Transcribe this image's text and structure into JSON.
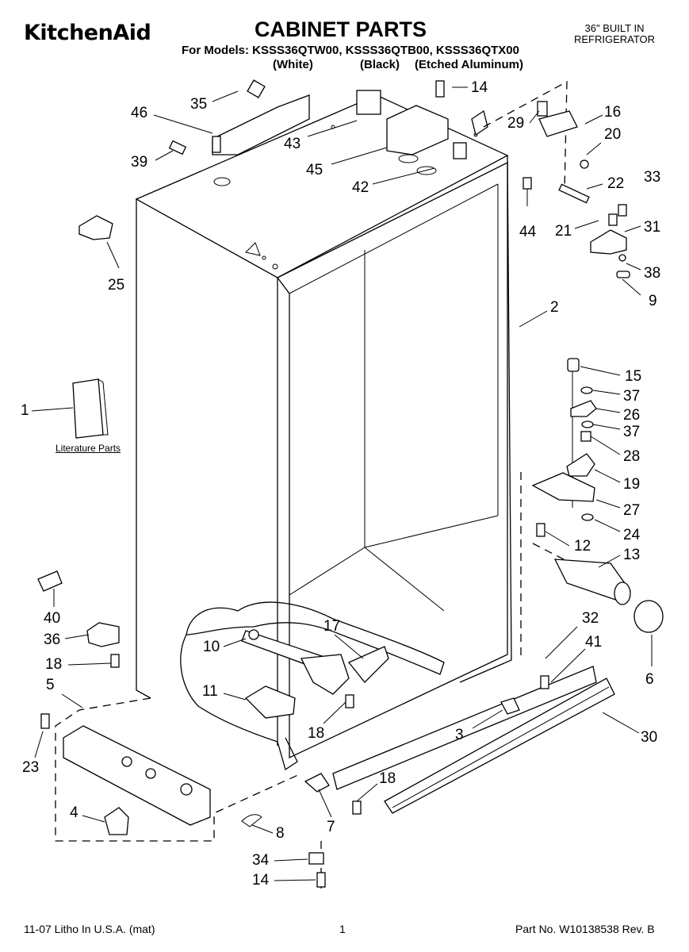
{
  "header": {
    "brand": "KitchenAid",
    "title": "CABINET PARTS",
    "models_line": "For Models: KSSS36QTW00, KSSS36QTB00, KSSS36QTX00",
    "finish_white": "(White)",
    "finish_black": "(Black)",
    "finish_aluminum": "(Etched Aluminum)",
    "product_line1": "36\" BUILT IN",
    "product_line2": "REFRIGERATOR"
  },
  "literature_label": "Literature Parts",
  "footer": {
    "litho": "11-07 Litho In U.S.A. (mat)",
    "page": "1",
    "part_no": "Part No. W10138538 Rev. B"
  },
  "callouts": [
    "46",
    "35",
    "39",
    "43",
    "45",
    "42",
    "14",
    "29",
    "16",
    "20",
    "22",
    "33",
    "44",
    "21",
    "31",
    "38",
    "9",
    "25",
    "2",
    "15",
    "37",
    "26",
    "37",
    "28",
    "19",
    "27",
    "24",
    "12",
    "13",
    "1",
    "32",
    "41",
    "6",
    "40",
    "36",
    "18",
    "17",
    "10",
    "11",
    "18",
    "5",
    "3",
    "30",
    "23",
    "4",
    "7",
    "8",
    "18",
    "34",
    "14"
  ]
}
